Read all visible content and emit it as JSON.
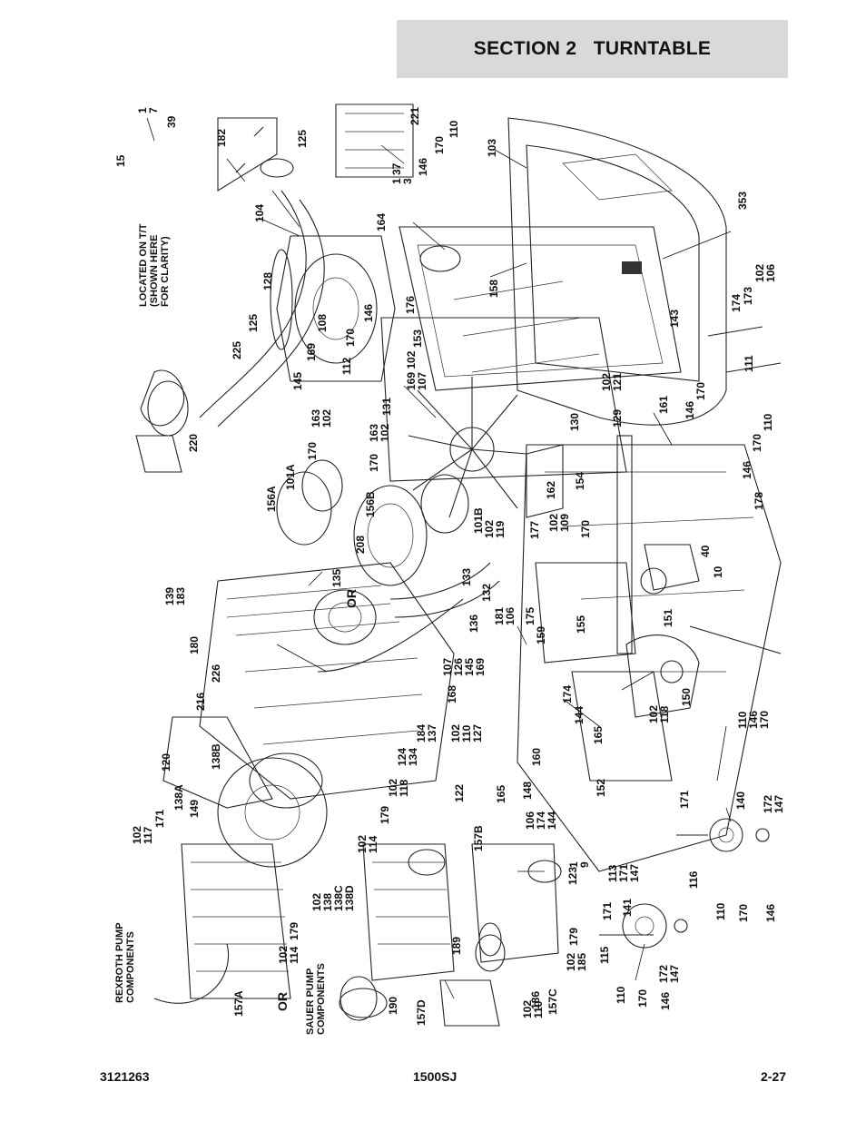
{
  "header": {
    "section_title": "SECTION 2   TURNTABLE"
  },
  "footer": {
    "doc_number": "3121263",
    "model": "1500SJ",
    "page_number": "2-27"
  },
  "diagram": {
    "notes": {
      "located_on_tt": "LOCATED ON T/T\n(SHOWN HERE\nFOR CLARITY)",
      "rexroth": "REXROTH PUMP\nCOMPONENTS",
      "sauer": "SAUER PUMP\nCOMPONENTS",
      "or_1": "OR",
      "or_2": "OR"
    },
    "labels": [
      {
        "id": "l-1-7",
        "text": "1\n7"
      },
      {
        "id": "l-39",
        "text": "39"
      },
      {
        "id": "l-15",
        "text": "15"
      },
      {
        "id": "l-182",
        "text": "182"
      },
      {
        "id": "l-125a",
        "text": "125"
      },
      {
        "id": "l-221",
        "text": "221"
      },
      {
        "id": "l-110a",
        "text": "110"
      },
      {
        "id": "l-170a",
        "text": "170"
      },
      {
        "id": "l-146a",
        "text": "146"
      },
      {
        "id": "l-1373",
        "text": "1 37\n3"
      },
      {
        "id": "l-103",
        "text": "103"
      },
      {
        "id": "l-104",
        "text": "104"
      },
      {
        "id": "l-164",
        "text": "164"
      },
      {
        "id": "l-353",
        "text": "353"
      },
      {
        "id": "l-128",
        "text": "128"
      },
      {
        "id": "l-176",
        "text": "176"
      },
      {
        "id": "l-158",
        "text": "158"
      },
      {
        "id": "l-102-106",
        "text": "102\n106"
      },
      {
        "id": "l-174a",
        "text": "174"
      },
      {
        "id": "l-173",
        "text": "173"
      },
      {
        "id": "l-125b",
        "text": "125"
      },
      {
        "id": "l-146b",
        "text": "146"
      },
      {
        "id": "l-170b",
        "text": "170"
      },
      {
        "id": "l-108",
        "text": "108"
      },
      {
        "id": "l-169a",
        "text": "169"
      },
      {
        "id": "l-153",
        "text": "153"
      },
      {
        "id": "l-143",
        "text": "143"
      },
      {
        "id": "l-225",
        "text": "225"
      },
      {
        "id": "l-145a",
        "text": "145"
      },
      {
        "id": "l-112",
        "text": "112"
      },
      {
        "id": "l-169-102-107",
        "text": "169 102\n107"
      },
      {
        "id": "l-102-121",
        "text": "102\n121"
      },
      {
        "id": "l-111",
        "text": "111"
      },
      {
        "id": "l-170c",
        "text": "170"
      },
      {
        "id": "l-146c",
        "text": "146"
      },
      {
        "id": "l-131",
        "text": "131"
      },
      {
        "id": "l-163-102a",
        "text": "163\n102"
      },
      {
        "id": "l-130",
        "text": "130"
      },
      {
        "id": "l-129",
        "text": "129"
      },
      {
        "id": "l-161",
        "text": "161"
      },
      {
        "id": "l-110b",
        "text": "110"
      },
      {
        "id": "l-170d",
        "text": "170"
      },
      {
        "id": "l-220",
        "text": "220"
      },
      {
        "id": "l-163-102b",
        "text": "163\n102"
      },
      {
        "id": "l-170e",
        "text": "170"
      },
      {
        "id": "l-101a",
        "text": "101A"
      },
      {
        "id": "l-170f",
        "text": "170"
      },
      {
        "id": "l-146d",
        "text": "146"
      },
      {
        "id": "l-162",
        "text": "162"
      },
      {
        "id": "l-154",
        "text": "154"
      },
      {
        "id": "l-156a",
        "text": "156A"
      },
      {
        "id": "l-156b",
        "text": "156B"
      },
      {
        "id": "l-101b",
        "text": "101B"
      },
      {
        "id": "l-178",
        "text": "178"
      },
      {
        "id": "l-102-109",
        "text": "102\n109"
      },
      {
        "id": "l-170g",
        "text": "170"
      },
      {
        "id": "l-102-119",
        "text": "102\n119"
      },
      {
        "id": "l-177",
        "text": "177"
      },
      {
        "id": "l-208",
        "text": "208"
      },
      {
        "id": "l-40",
        "text": "40"
      },
      {
        "id": "l-10",
        "text": "10"
      },
      {
        "id": "l-139-183",
        "text": "139\n183"
      },
      {
        "id": "l-135",
        "text": "135"
      },
      {
        "id": "l-133",
        "text": "133"
      },
      {
        "id": "l-132",
        "text": "132"
      },
      {
        "id": "l-181-106",
        "text": "181\n106"
      },
      {
        "id": "l-175",
        "text": "175"
      },
      {
        "id": "l-155",
        "text": "155"
      },
      {
        "id": "l-151",
        "text": "151"
      },
      {
        "id": "l-180",
        "text": "180"
      },
      {
        "id": "l-136",
        "text": "136"
      },
      {
        "id": "l-159",
        "text": "159"
      },
      {
        "id": "l-226",
        "text": "226"
      },
      {
        "id": "l-216",
        "text": "216"
      },
      {
        "id": "l-107-126-145-169",
        "text": "107\n126\n145\n169"
      },
      {
        "id": "l-168",
        "text": "168"
      },
      {
        "id": "l-174b",
        "text": "174"
      },
      {
        "id": "l-144a",
        "text": "144"
      },
      {
        "id": "l-150",
        "text": "150"
      },
      {
        "id": "l-102-118a",
        "text": "102\n118"
      },
      {
        "id": "l-110-146-170",
        "text": "110\n146\n170"
      },
      {
        "id": "l-184-137",
        "text": "184\n137"
      },
      {
        "id": "l-102-110-127",
        "text": "102\n110\n127"
      },
      {
        "id": "l-165a",
        "text": "165"
      },
      {
        "id": "l-120",
        "text": "120"
      },
      {
        "id": "l-138b",
        "text": "138B"
      },
      {
        "id": "l-124-134",
        "text": "124\n134"
      },
      {
        "id": "l-102-118b",
        "text": "102\n118"
      },
      {
        "id": "l-160",
        "text": "160"
      },
      {
        "id": "l-152",
        "text": "152"
      },
      {
        "id": "l-138a",
        "text": "138A"
      },
      {
        "id": "l-149",
        "text": "149"
      },
      {
        "id": "l-122",
        "text": "122"
      },
      {
        "id": "l-165b",
        "text": "165"
      },
      {
        "id": "l-148",
        "text": "148"
      },
      {
        "id": "l-106-174-144",
        "text": "106\n174\n144"
      },
      {
        "id": "l-171a",
        "text": "171"
      },
      {
        "id": "l-140",
        "text": "140"
      },
      {
        "id": "l-172-147a",
        "text": "172\n147"
      },
      {
        "id": "l-102-117",
        "text": "102\n117"
      },
      {
        "id": "l-171b",
        "text": "171"
      },
      {
        "id": "l-179a",
        "text": "179"
      },
      {
        "id": "l-102-114",
        "text": "102\n114"
      },
      {
        "id": "l-157b",
        "text": "157B"
      },
      {
        "id": "l-113-171-147",
        "text": "113\n171\n147"
      },
      {
        "id": "l-123",
        "text": "123"
      },
      {
        "id": "l-1-9",
        "text": "1\n9"
      },
      {
        "id": "l-116",
        "text": "116"
      },
      {
        "id": "l-110c",
        "text": "110"
      },
      {
        "id": "l-170h",
        "text": "170"
      },
      {
        "id": "l-146e",
        "text": "146"
      },
      {
        "id": "l-102-138-138c-138d",
        "text": "102\n138\n138C\n138D"
      },
      {
        "id": "l-102-114-179",
        "text": "102\n114  179"
      },
      {
        "id": "l-171c",
        "text": "171"
      },
      {
        "id": "l-141",
        "text": "141"
      },
      {
        "id": "l-189",
        "text": "189"
      },
      {
        "id": "l-179b",
        "text": "179"
      },
      {
        "id": "l-102-185",
        "text": "102\n185"
      },
      {
        "id": "l-115",
        "text": "115"
      },
      {
        "id": "l-172-147b",
        "text": "172\n147"
      },
      {
        "id": "l-157a",
        "text": "157A"
      },
      {
        "id": "l-190",
        "text": "190"
      },
      {
        "id": "l-186",
        "text": "186"
      },
      {
        "id": "l-157c",
        "text": "157C"
      },
      {
        "id": "l-102-110",
        "text": "102\n110"
      },
      {
        "id": "l-157d",
        "text": "157D"
      },
      {
        "id": "l-110d",
        "text": "110"
      },
      {
        "id": "l-170i",
        "text": "170"
      },
      {
        "id": "l-146f",
        "text": "146"
      }
    ]
  }
}
